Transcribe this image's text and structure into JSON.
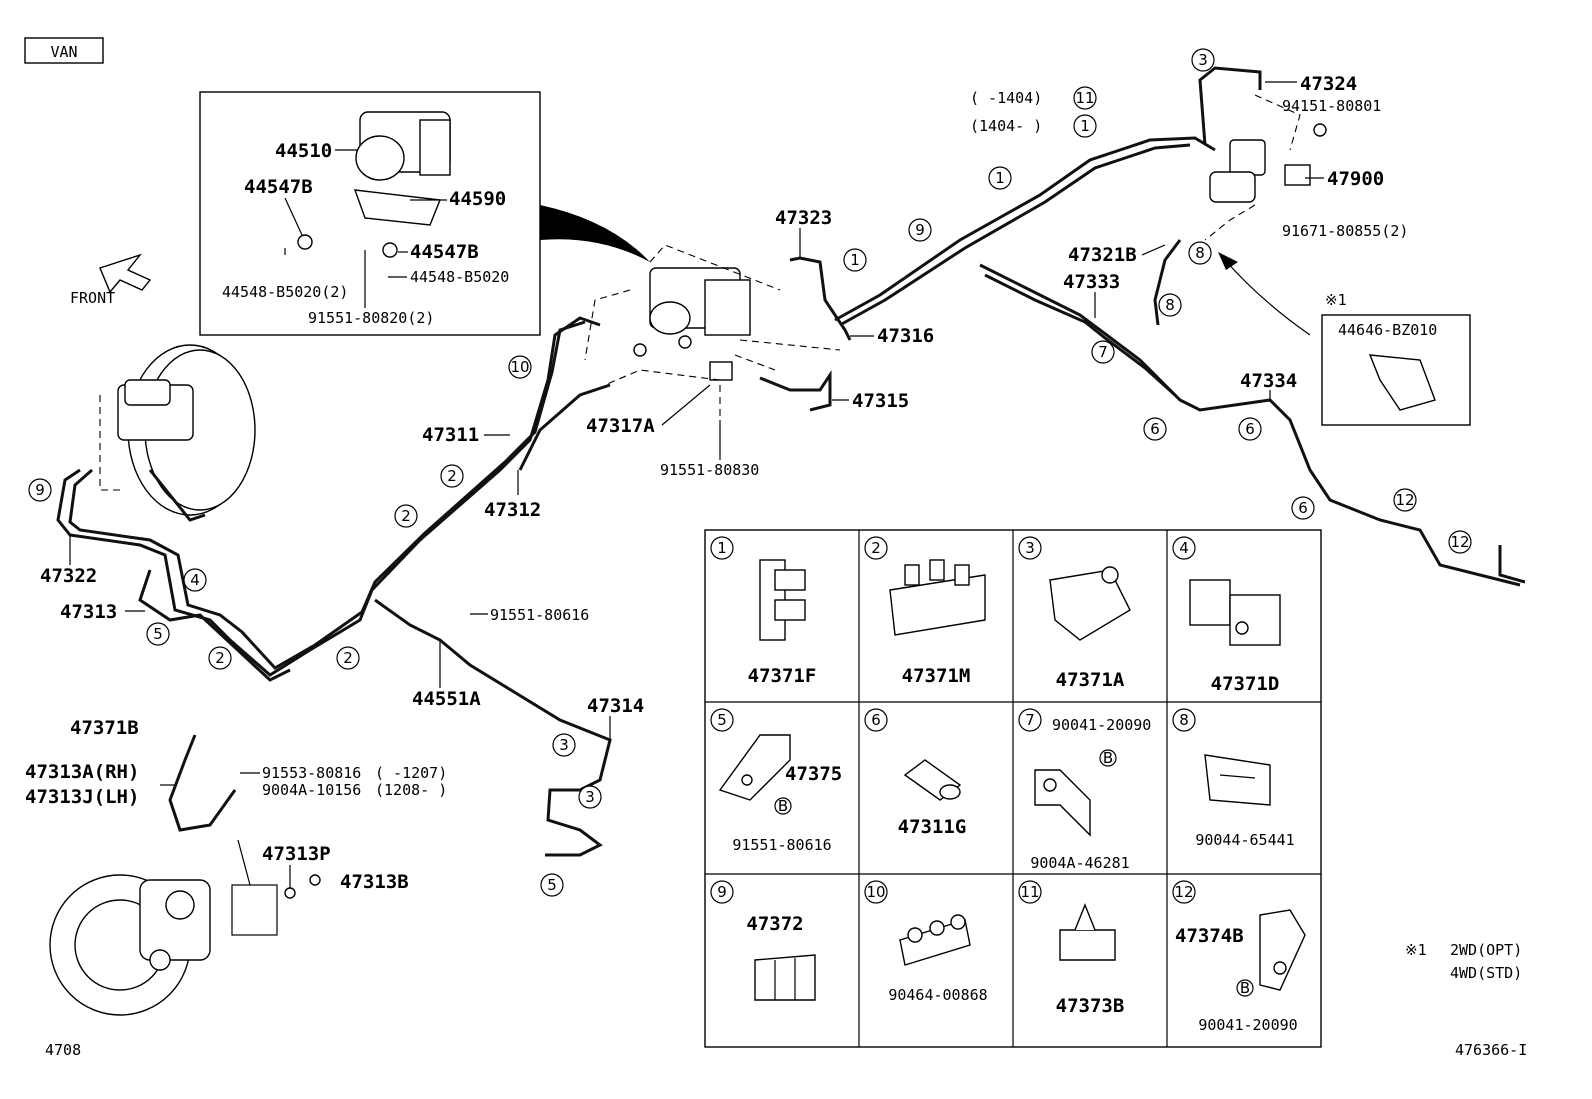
{
  "header": {
    "variant": "VAN"
  },
  "direction": {
    "label": "FRONT"
  },
  "inset_abs": {
    "p44510": "44510",
    "p44547b_a": "44547B",
    "p44590": "44590",
    "p44547b_b": "44547B",
    "p44548_a": "44548-B5020",
    "p44548_b": "44548-B5020(2)",
    "p91551_820": "91551-80820(2)"
  },
  "date_notes": {
    "n1": "(      -1404)",
    "n2": "(1404-      )",
    "n1_circle": "11",
    "n2_circle": "1"
  },
  "labels": {
    "l47323": "47323",
    "l47316": "47316",
    "l47315": "47315",
    "l47317a": "47317A",
    "l91551_830": "91551-80830",
    "l47311": "47311",
    "l47312": "47312",
    "l47322": "47322",
    "l47313": "47313",
    "l91551_616": "91551-80616",
    "l44551a": "44551A",
    "l47314": "47314",
    "l47371b": "47371B",
    "l47313a": "47313A(RH)",
    "l47313j": "47313J(LH)",
    "l91553": "91553-80816",
    "l9004a_156": "9004A-10156",
    "l_1207": "(      -1207)",
    "l_1208": "(1208-      )",
    "l47313p": "47313P",
    "l47313b": "47313B",
    "l47324": "47324",
    "l94151": "94151-80801",
    "l47900": "47900",
    "l91671": "91671-80855(2)",
    "l47321b": "47321B",
    "l47333": "47333",
    "l47334": "47334",
    "mark1": "※1",
    "l44646": "44646-BZ010"
  },
  "clip_table": {
    "cells": [
      {
        "num": "1",
        "part": "47371F"
      },
      {
        "num": "2",
        "part": "47371M"
      },
      {
        "num": "3",
        "part": "47371A"
      },
      {
        "num": "4",
        "part": "47371D"
      },
      {
        "num": "5",
        "part": "47375",
        "sub": "91551-80616",
        "bolt": "B"
      },
      {
        "num": "6",
        "part": "47311G"
      },
      {
        "num": "7",
        "part": "9004A-46281",
        "sub": "90041-20090",
        "bolt": "B"
      },
      {
        "num": "8",
        "part": "90044-65441"
      },
      {
        "num": "9",
        "part": "47372"
      },
      {
        "num": "10",
        "part": "90464-00868"
      },
      {
        "num": "11",
        "part": "47373B"
      },
      {
        "num": "12",
        "part": "47374B",
        "sub": "90041-20090",
        "bolt": "B"
      }
    ]
  },
  "footnote": {
    "mark": "※1",
    "line1": "2WD(OPT)",
    "line2": "4WD(STD)"
  },
  "footer": {
    "left": "4708",
    "right": "476366-I"
  },
  "callouts": [
    "1",
    "1",
    "9",
    "10",
    "2",
    "2",
    "2",
    "2",
    "4",
    "5",
    "3",
    "3",
    "5",
    "9",
    "8",
    "8",
    "7",
    "6",
    "6",
    "6",
    "12",
    "12",
    "3"
  ]
}
